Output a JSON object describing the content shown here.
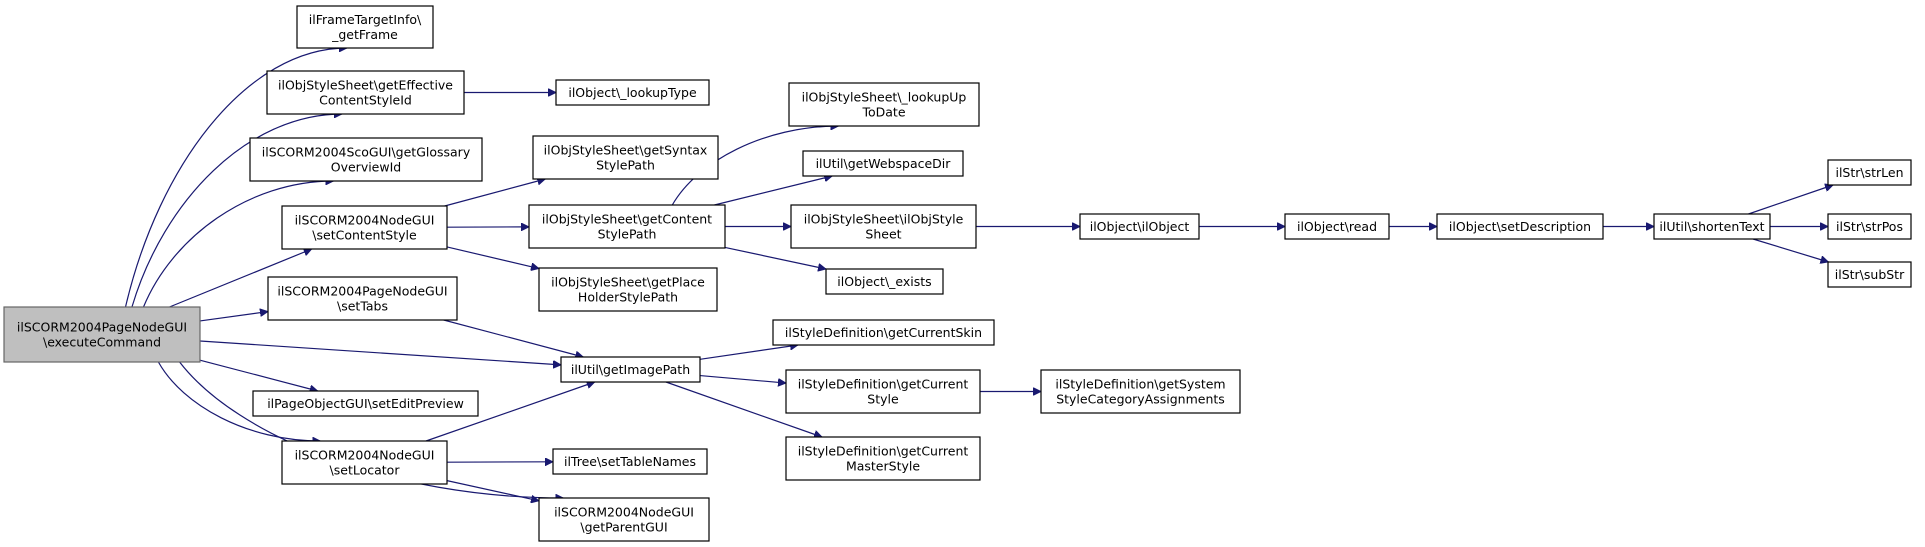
{
  "colors": {
    "edge": "#191970",
    "root_fill": "#bfbfbf",
    "node_fill": "#ffffff",
    "node_border": "#000000"
  },
  "nodes": [
    {
      "id": "root",
      "lines": [
        "ilSCORM2004PageNodeGUI",
        "\\executeCommand"
      ]
    },
    {
      "id": "frame",
      "lines": [
        "ilFrameTargetInfo\\",
        "_getFrame"
      ]
    },
    {
      "id": "effstyle",
      "lines": [
        "ilObjStyleSheet\\getEffective",
        "ContentStyleId"
      ]
    },
    {
      "id": "lookuptype",
      "lines": [
        "ilObject\\_lookupType"
      ]
    },
    {
      "id": "glossary",
      "lines": [
        "ilSCORM2004ScoGUI\\getGlossary",
        "OverviewId"
      ]
    },
    {
      "id": "setcontent",
      "lines": [
        "ilSCORM2004NodeGUI",
        "\\setContentStyle"
      ]
    },
    {
      "id": "syntax",
      "lines": [
        "ilObjStyleSheet\\getSyntax",
        "StylePath"
      ]
    },
    {
      "id": "contentpath",
      "lines": [
        "ilObjStyleSheet\\getContent",
        "StylePath"
      ]
    },
    {
      "id": "lookupdate",
      "lines": [
        "ilObjStyleSheet\\_lookupUp",
        "ToDate"
      ]
    },
    {
      "id": "webspace",
      "lines": [
        "ilUtil\\getWebspaceDir"
      ]
    },
    {
      "id": "objstyle",
      "lines": [
        "ilObjStyleSheet\\ilObjStyle",
        "Sheet"
      ]
    },
    {
      "id": "ilobject",
      "lines": [
        "ilObject\\ilObject"
      ]
    },
    {
      "id": "read",
      "lines": [
        "ilObject\\read"
      ]
    },
    {
      "id": "setdesc",
      "lines": [
        "ilObject\\setDescription"
      ]
    },
    {
      "id": "shorten",
      "lines": [
        "ilUtil\\shortenText"
      ]
    },
    {
      "id": "strlen",
      "lines": [
        "ilStr\\strLen"
      ]
    },
    {
      "id": "strpos",
      "lines": [
        "ilStr\\strPos"
      ]
    },
    {
      "id": "substr",
      "lines": [
        "ilStr\\subStr"
      ]
    },
    {
      "id": "exists",
      "lines": [
        "ilObject\\_exists"
      ]
    },
    {
      "id": "placeholder",
      "lines": [
        "ilObjStyleSheet\\getPlace",
        "HolderStylePath"
      ]
    },
    {
      "id": "settabs",
      "lines": [
        "ilSCORM2004PageNodeGUI",
        "\\setTabs"
      ]
    },
    {
      "id": "imagepath",
      "lines": [
        "ilUtil\\getImagePath"
      ]
    },
    {
      "id": "curskin",
      "lines": [
        "ilStyleDefinition\\getCurrentSkin"
      ]
    },
    {
      "id": "curstyle",
      "lines": [
        "ilStyleDefinition\\getCurrent",
        "Style"
      ]
    },
    {
      "id": "syscat",
      "lines": [
        "ilStyleDefinition\\getSystem",
        "StyleCategoryAssignments"
      ]
    },
    {
      "id": "curmaster",
      "lines": [
        "ilStyleDefinition\\getCurrent",
        "MasterStyle"
      ]
    },
    {
      "id": "editpreview",
      "lines": [
        "ilPageObjectGUI\\setEditPreview"
      ]
    },
    {
      "id": "setlocator",
      "lines": [
        "ilSCORM2004NodeGUI",
        "\\setLocator"
      ]
    },
    {
      "id": "tablenames",
      "lines": [
        "ilTree\\setTableNames"
      ]
    },
    {
      "id": "parentgui",
      "lines": [
        "ilSCORM2004NodeGUI",
        "\\getParentGUI"
      ]
    }
  ],
  "edges": [
    [
      "root",
      "frame"
    ],
    [
      "root",
      "effstyle"
    ],
    [
      "root",
      "glossary"
    ],
    [
      "root",
      "setcontent"
    ],
    [
      "root",
      "settabs"
    ],
    [
      "root",
      "imagepath"
    ],
    [
      "root",
      "editpreview"
    ],
    [
      "root",
      "setlocator"
    ],
    [
      "root",
      "parentgui"
    ],
    [
      "effstyle",
      "lookuptype"
    ],
    [
      "setcontent",
      "syntax"
    ],
    [
      "setcontent",
      "contentpath"
    ],
    [
      "setcontent",
      "placeholder"
    ],
    [
      "contentpath",
      "lookupdate"
    ],
    [
      "contentpath",
      "webspace"
    ],
    [
      "contentpath",
      "objstyle"
    ],
    [
      "contentpath",
      "exists"
    ],
    [
      "objstyle",
      "ilobject"
    ],
    [
      "ilobject",
      "read"
    ],
    [
      "read",
      "setdesc"
    ],
    [
      "setdesc",
      "shorten"
    ],
    [
      "shorten",
      "strlen"
    ],
    [
      "shorten",
      "strpos"
    ],
    [
      "shorten",
      "substr"
    ],
    [
      "settabs",
      "imagepath"
    ],
    [
      "imagepath",
      "curskin"
    ],
    [
      "imagepath",
      "curstyle"
    ],
    [
      "imagepath",
      "curmaster"
    ],
    [
      "curstyle",
      "syscat"
    ],
    [
      "setlocator",
      "imagepath"
    ],
    [
      "setlocator",
      "tablenames"
    ],
    [
      "setlocator",
      "parentgui"
    ]
  ]
}
